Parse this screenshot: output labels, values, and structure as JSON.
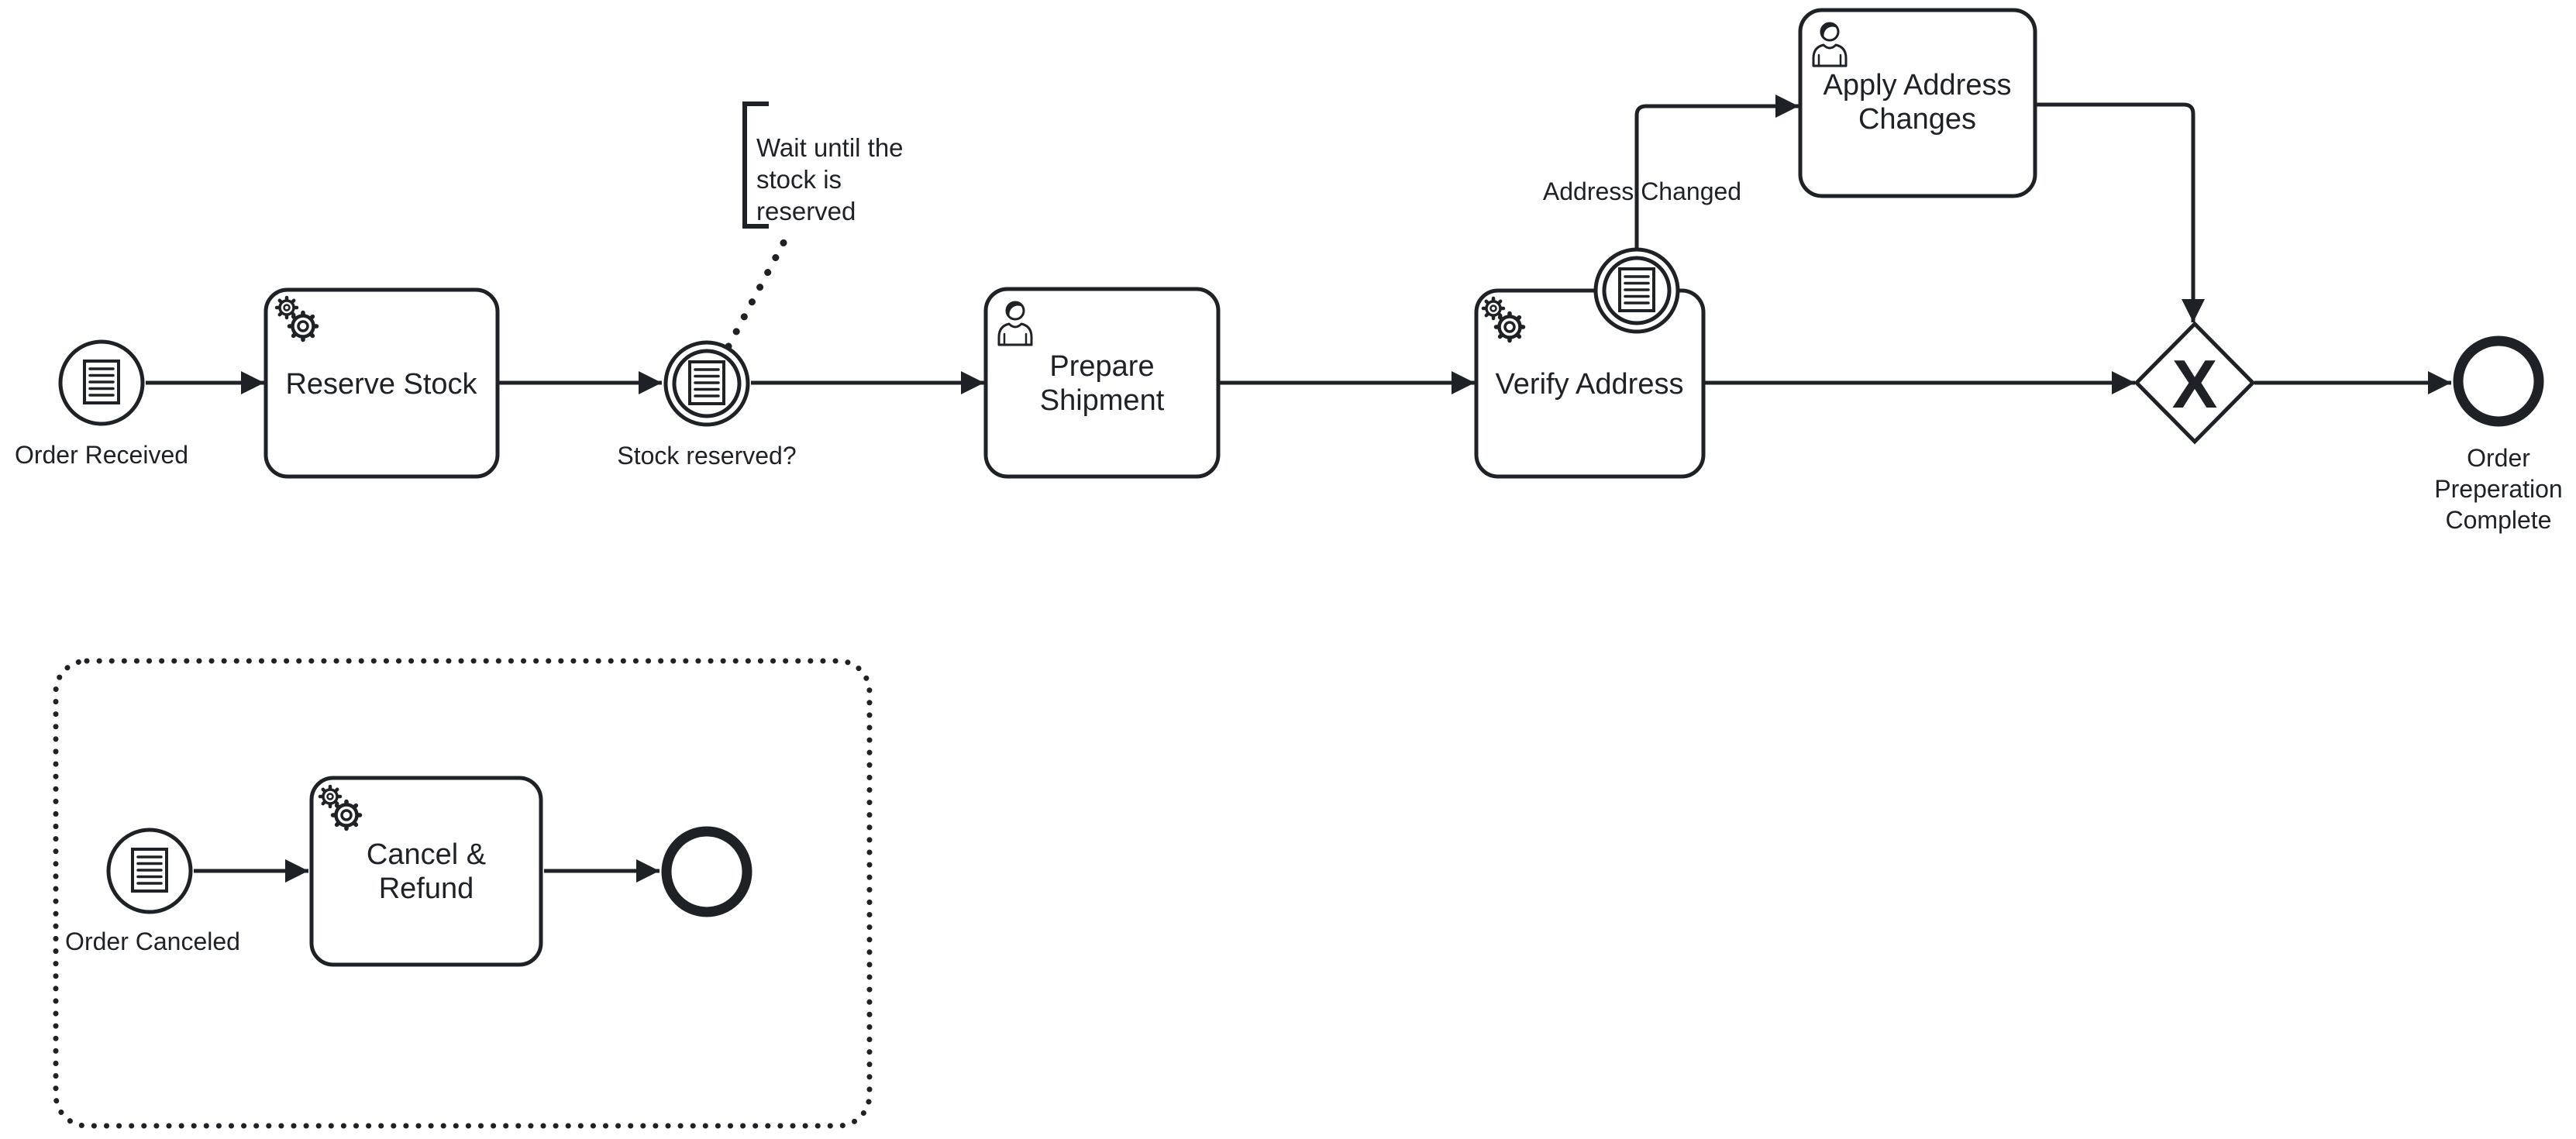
{
  "diagram": {
    "kind": "BPMN process diagram",
    "stroke_color": "#1e2126",
    "background_color": "#ffffff"
  },
  "events": {
    "order_received": {
      "label": "Order Received",
      "type": "message-start-event",
      "icon": "message-document-icon"
    },
    "stock_reserved": {
      "label": "Stock reserved?",
      "type": "message-intermediate-catch-event",
      "icon": "message-document-icon"
    },
    "address_changed_boundary": {
      "label": "Address Changed",
      "type": "message-boundary-event",
      "icon": "message-document-icon"
    },
    "order_preperation_complete": {
      "label_lines": [
        "Order",
        "Preperation",
        "Complete"
      ],
      "type": "end-event"
    },
    "order_canceled": {
      "label": "Order Canceled",
      "type": "message-start-event",
      "icon": "message-document-icon"
    },
    "subprocess_end": {
      "type": "end-event"
    }
  },
  "tasks": {
    "reserve_stock": {
      "label": "Reserve Stock",
      "type": "service-task",
      "icon": "service-gears-icon"
    },
    "prepare_shipment": {
      "label_lines": [
        "Prepare",
        "Shipment"
      ],
      "type": "user-task",
      "icon": "user-person-icon"
    },
    "verify_address": {
      "label": "Verify Address",
      "type": "service-task",
      "icon": "service-gears-icon"
    },
    "apply_address_changes": {
      "label_lines": [
        "Apply Address",
        "Changes"
      ],
      "type": "user-task",
      "icon": "user-person-icon"
    },
    "cancel_refund": {
      "label_lines": [
        "Cancel &",
        "Refund"
      ],
      "type": "service-task",
      "icon": "service-gears-icon"
    }
  },
  "gateway": {
    "marker": "X",
    "type": "exclusive-gateway"
  },
  "annotation": {
    "text_lines": [
      "Wait until the",
      "stock is",
      "reserved"
    ]
  }
}
